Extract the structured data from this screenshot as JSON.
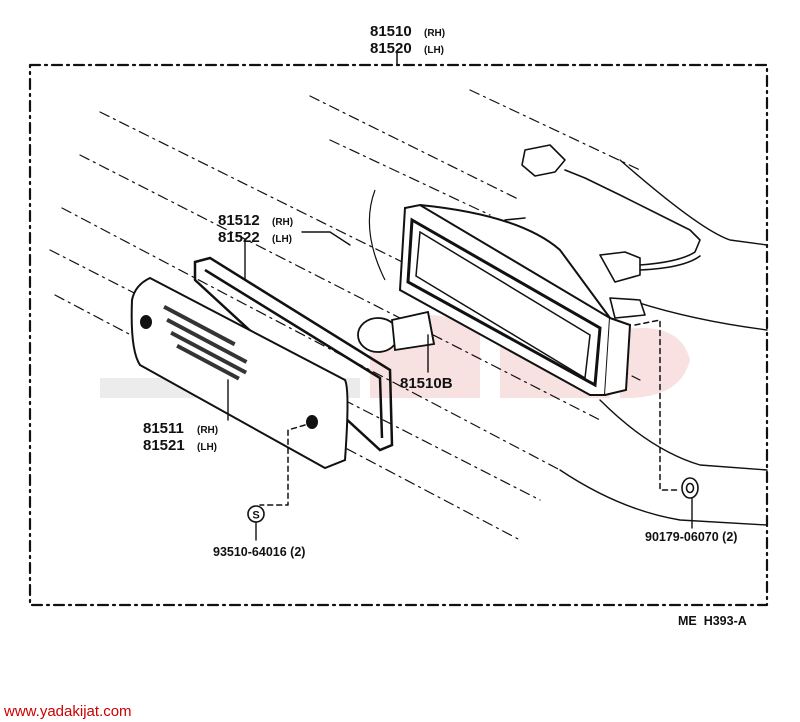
{
  "assembly": {
    "part_rh": "81510",
    "rh": "(RH)",
    "part_lh": "81520",
    "lh": "(LH)"
  },
  "gasket": {
    "part_rh": "81512",
    "rh": "(RH)",
    "part_lh": "81522",
    "lh": "(LH)"
  },
  "lens": {
    "part_rh": "81511",
    "rh": "(RH)",
    "part_lh": "81521",
    "lh": "(LH)"
  },
  "bulb": {
    "part": "81510B"
  },
  "screw": {
    "part": "93510-64016 (2)",
    "symbol": "S"
  },
  "nut": {
    "part": "90179-06070 (2)"
  },
  "figure_code": "ME  H393-A",
  "watermark": {
    "url": "www.yadakijat.com",
    "color": "#cc0000"
  },
  "colors": {
    "ink": "#111111",
    "watermark_gray": "#d9d9d9",
    "watermark_red": "#f2c8c8"
  }
}
